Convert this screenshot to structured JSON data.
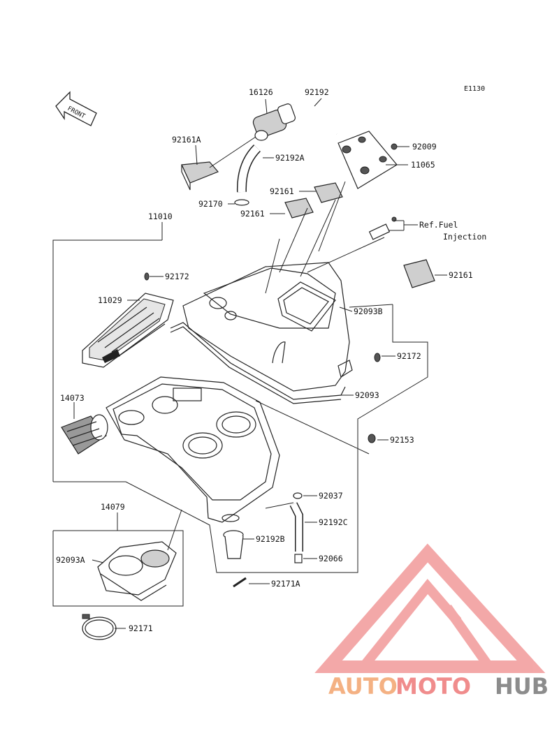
{
  "diagram": {
    "code": "E1130",
    "front_label": "FRONT",
    "ref_note_line1": "Ref.Fuel",
    "ref_note_line2": "Injection"
  },
  "parts": {
    "p16126": "16126",
    "p92192": "92192",
    "p92161A": "92161A",
    "p92192A": "92192A",
    "p92009": "92009",
    "p11065": "11065",
    "p92161_a": "92161",
    "p92170": "92170",
    "p92161_b": "92161",
    "p11010": "11010",
    "p92161_c": "92161",
    "p92172_a": "92172",
    "p11029": "11029",
    "p92093B": "92093B",
    "p92172_b": "92172",
    "p14073": "14073",
    "p92093": "92093",
    "p92153": "92153",
    "p92037": "92037",
    "p14079": "14079",
    "p92192C": "92192C",
    "p92192B": "92192B",
    "p92093A": "92093A",
    "p92066": "92066",
    "p92171A": "92171A",
    "p92171": "92171"
  },
  "watermark": {
    "part1": "AUTO",
    "part2": "MOTO",
    "part3": "HUB",
    "color_auto": "#f4b183",
    "color_moto": "#f08c8c",
    "color_hub": "#8c8c8c",
    "color_logo": "#f08c8c"
  }
}
